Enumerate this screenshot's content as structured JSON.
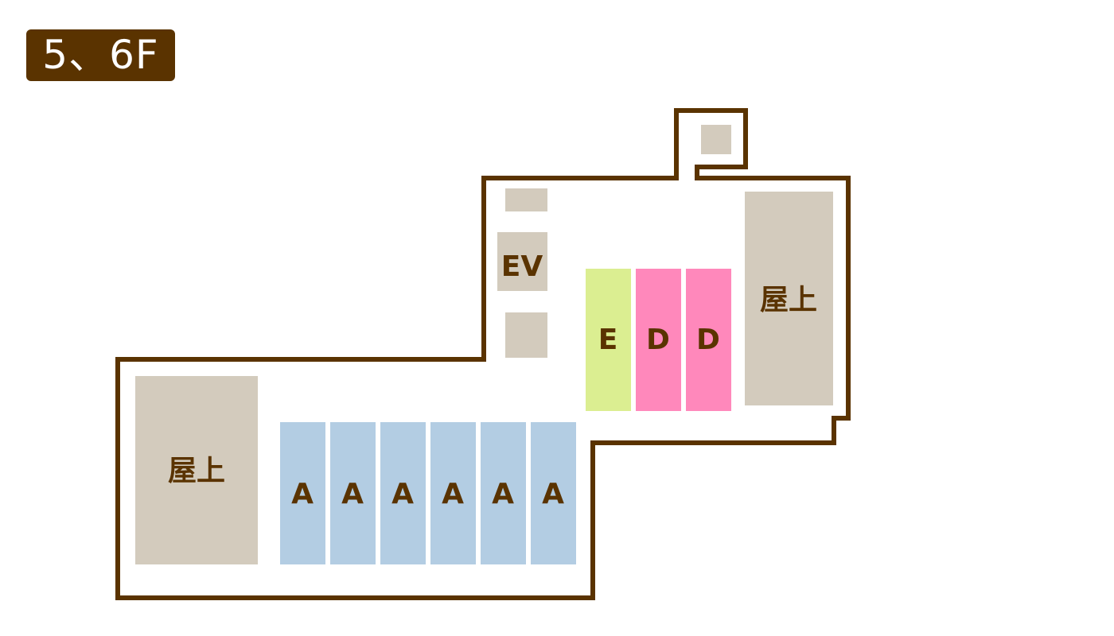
{
  "floor_label": "5、6F",
  "colors": {
    "wall": "#5a3300",
    "roof": "#d3cbbd",
    "A": "#b3cde3",
    "D": "#ff88bb",
    "E": "#dbee91"
  },
  "rooms": {
    "rooftop_left": "屋上",
    "rooftop_right": "屋上",
    "elevator": "EV",
    "E": "E",
    "D1": "D",
    "D2": "D",
    "A1": "A",
    "A2": "A",
    "A3": "A",
    "A4": "A",
    "A5": "A",
    "A6": "A"
  }
}
